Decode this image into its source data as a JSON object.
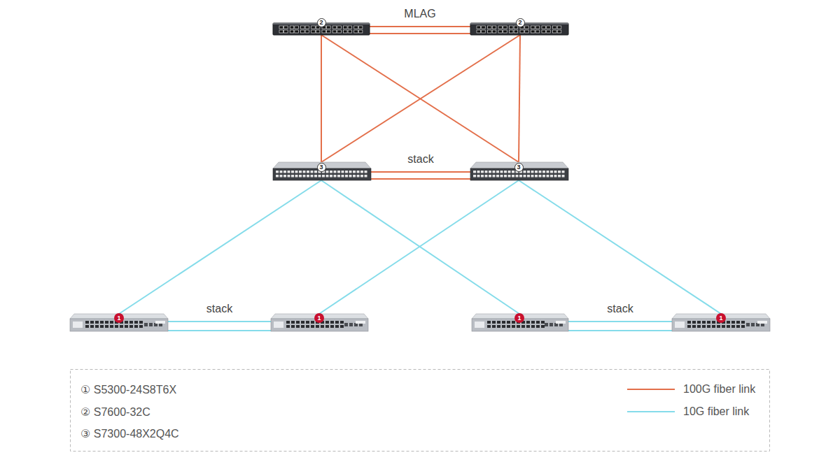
{
  "diagram": {
    "nodes": [
      {
        "text": [
          "2"
        ]
      },
      {
        "text": [
          "2"
        ]
      },
      {
        "text": [
          "3"
        ]
      },
      {
        "text": [
          "3"
        ]
      },
      {
        "text": [
          "1"
        ]
      },
      {
        "text": [
          "1"
        ]
      },
      {
        "text": [
          "1"
        ]
      },
      {
        "text": [
          "1"
        ]
      }
    ],
    "edges": [
      {
        "from": 0,
        "to": 1,
        "arrow": "none",
        "label": "MLAG"
      },
      {
        "from": 0,
        "to": 2,
        "arrow": "none"
      },
      {
        "from": 0,
        "to": 3,
        "arrow": "none"
      },
      {
        "from": 1,
        "to": 2,
        "arrow": "none"
      },
      {
        "from": 1,
        "to": 3,
        "arrow": "none"
      },
      {
        "from": 2,
        "to": 3,
        "arrow": "none",
        "label": "stack"
      },
      {
        "from": 2,
        "to": 4,
        "arrow": "none"
      },
      {
        "from": 2,
        "to": 6,
        "arrow": "none"
      },
      {
        "from": 3,
        "to": 5,
        "arrow": "none"
      },
      {
        "from": 3,
        "to": 7,
        "arrow": "none"
      },
      {
        "from": 4,
        "to": 5,
        "arrow": "none",
        "label": "stack"
      },
      {
        "from": 6,
        "to": 7,
        "arrow": "none",
        "label": "stack"
      }
    ],
    "legend": [
      {
        "text": "① S5300-24S8T6X"
      },
      {
        "text": "② S7600-32C"
      },
      {
        "text": "③ S7300-48X2Q4C"
      },
      {
        "text": "100G fiber link"
      },
      {
        "text": "10G fiber link"
      }
    ]
  }
}
